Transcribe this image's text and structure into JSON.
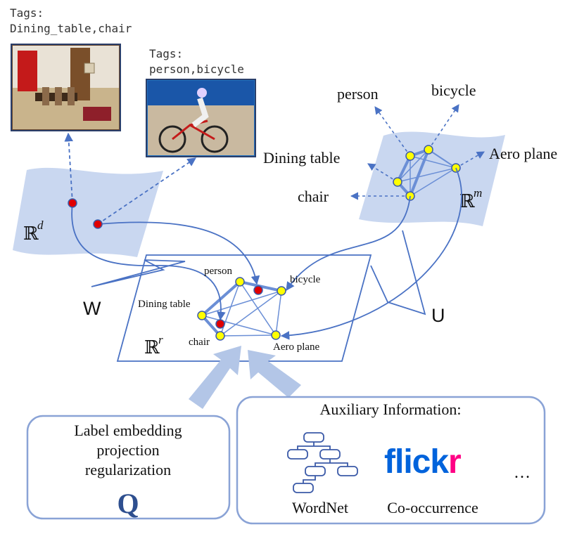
{
  "images": {
    "left": {
      "tags_caption": "Tags:",
      "tags": "Dining_table,chair"
    },
    "right": {
      "tags_caption": "Tags:",
      "tags": "person,bicycle"
    }
  },
  "spaces": {
    "feature": {
      "symbol": "ℝ",
      "superscript": "d"
    },
    "shared": {
      "symbol": "ℝ",
      "superscript": "r"
    },
    "label": {
      "symbol": "ℝ",
      "superscript": "m"
    }
  },
  "projections": {
    "left": "W",
    "right": "U"
  },
  "label_space_labels": {
    "person": "person",
    "bicycle": "bicycle",
    "dining_table": "Dining table",
    "aero_plane": "Aero plane",
    "chair": "chair"
  },
  "shared_space_labels": {
    "person": "person",
    "bicycle": "bicycle",
    "dining_table": "Dining table",
    "chair": "chair",
    "aero_plane": "Aero plane"
  },
  "regularization_box": {
    "line1": "Label embedding",
    "line2": "projection",
    "line3": "regularization",
    "symbol": "Q"
  },
  "auxiliary_box": {
    "title": "Auxiliary Information:",
    "wordnet_label": "WordNet",
    "flickr_logo_text": "flickr",
    "cooccurrence_label": "Co-occurrence",
    "ellipsis": "…"
  },
  "colors": {
    "plane_fill": "#c9d7f0",
    "line_blue": "#4a72c4",
    "node_yellow": "#ffff00",
    "node_red": "#e00000",
    "flickr_blue": "#0063dc",
    "flickr_pink": "#ff0084",
    "arrow_fill": "#b3c6e7"
  }
}
